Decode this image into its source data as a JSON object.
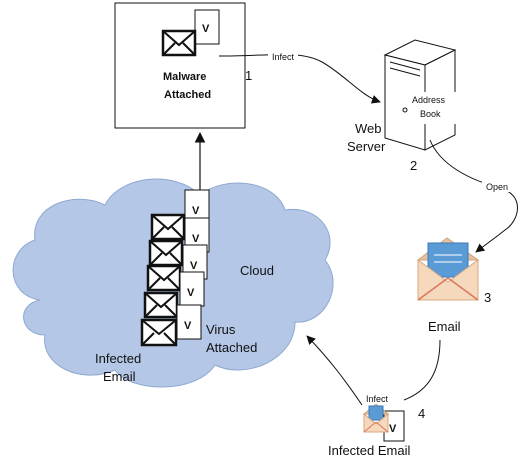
{
  "boxes": {
    "malware": {
      "line1": "Malware",
      "line2": "Attached",
      "number": "1",
      "v": "V"
    }
  },
  "server": {
    "line1": "Web",
    "line2": "Server",
    "number": "2",
    "book_line1": "Address",
    "book_line2": "Book"
  },
  "email": {
    "label": "Email",
    "number": "3"
  },
  "infected_email_bottom": {
    "label": "Infected Email",
    "number": "4",
    "v": "V"
  },
  "cloud": {
    "label": "Cloud",
    "virus_line1": "Virus",
    "virus_line2": "Attached",
    "infected_line1": "Infected",
    "infected_line2": "Email",
    "v": "V"
  },
  "arrows": {
    "infect_top": "Infect",
    "open": "Open",
    "infect_bottom": "Infect"
  }
}
